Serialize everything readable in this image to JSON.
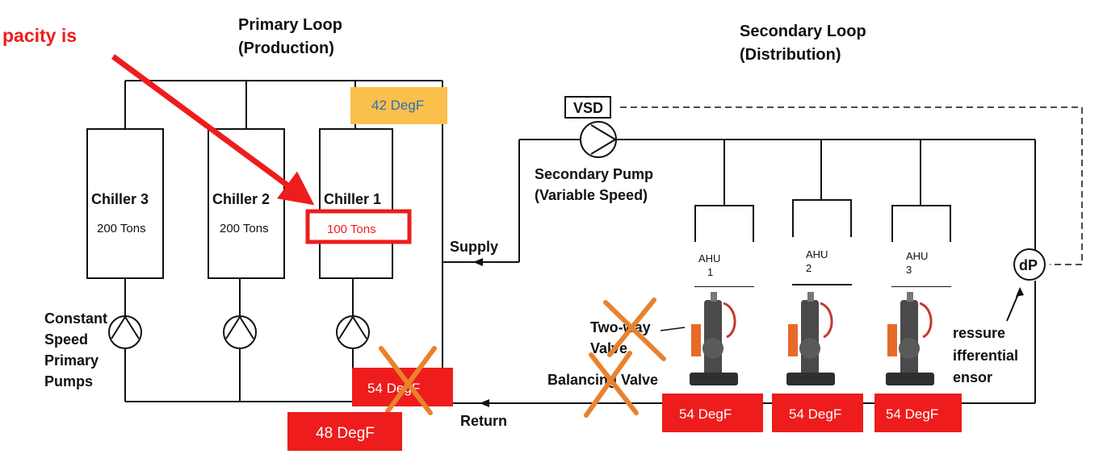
{
  "callout_text": "pacity is",
  "primary_loop": {
    "title_line1": "Primary Loop",
    "title_line2": "(Production)"
  },
  "secondary_loop": {
    "title_line1": "Secondary Loop",
    "title_line2": "(Distribution)"
  },
  "chillers": [
    {
      "name": "Chiller 3",
      "capacity": "200 Tons"
    },
    {
      "name": "Chiller 2",
      "capacity": "200 Tons"
    },
    {
      "name": "Chiller 1",
      "capacity": "100 Tons",
      "highlighted": true
    }
  ],
  "primary_pumps_label": [
    "Constant",
    "Speed",
    "Primary",
    "Pumps"
  ],
  "supply_temp": "42 DegF",
  "supply_label": "Supply",
  "return_label": "Return",
  "vsd_label": "VSD",
  "secondary_pump_label": [
    "Secondary Pump",
    "(Variable Speed)"
  ],
  "ahus": [
    {
      "line1": "AHU",
      "line2": "1"
    },
    {
      "line1": "AHU",
      "line2": "2"
    },
    {
      "line1": "AHU",
      "line2": "3"
    }
  ],
  "dp_label": "dP",
  "sensor_label": [
    "ressure",
    "ifferential",
    "ensor"
  ],
  "two_way_valve_label": [
    "Two-way",
    "Valve"
  ],
  "balancing_valve_label": "Balancing  Valve",
  "temps": {
    "primary_return_crossed": "54 DegF",
    "mixed_return": "48 DegF",
    "ahu_returns": [
      "54 DegF",
      "54 DegF",
      "54 DegF"
    ]
  },
  "colors": {
    "red": "#ee1c1c",
    "orange_label": "#fbbf4c",
    "orange_cross": "#e8822e",
    "supply_text": "#2e6fb0"
  }
}
